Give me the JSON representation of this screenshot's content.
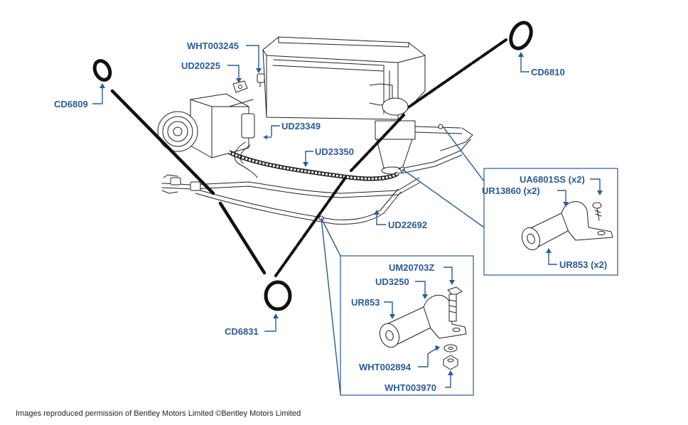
{
  "colors": {
    "label": "#2c5a98",
    "ink": "#111111",
    "background": "#ffffff"
  },
  "labels": {
    "wht003245": "WHT003245",
    "ud20225": "UD20225",
    "cd6809": "CD6809",
    "ud23349": "UD23349",
    "ud23350": "UD23350",
    "cd6810": "CD6810",
    "ua6801ss": "UA6801SS (x2)",
    "ur13860": "UR13860 (x2)",
    "ud22692": "UD22692",
    "ur853x2": "UR853 (x2)",
    "um20703z": "UM20703Z",
    "ud3250": "UD3250",
    "ur853": "UR853",
    "wht002894": "WHT002894",
    "wht003970": "WHT003970",
    "cd6831": "CD6831"
  },
  "footer": {
    "credit": "Images reproduced permission of Bentley Motors Limited ©Bentley Motors Limited"
  }
}
